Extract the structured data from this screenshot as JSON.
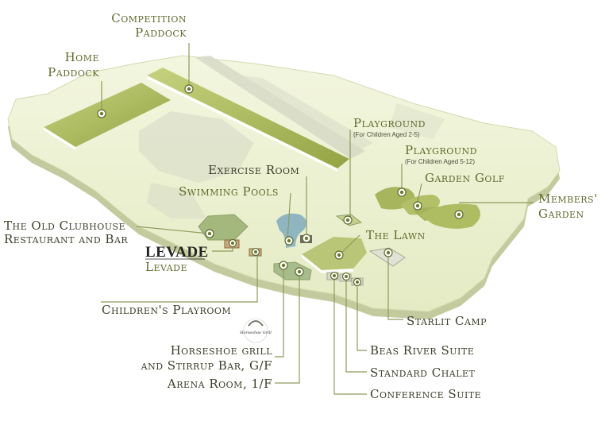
{
  "labels": {
    "competition_paddock_1": "Competition",
    "competition_paddock_2": "Paddock",
    "home_paddock_1": "Home",
    "home_paddock_2": "Paddock",
    "playground_1": "Playground",
    "playground_1_sub": "(For Children Aged 2-5)",
    "playground_2": "Playground",
    "playground_2_sub": "(For Children Aged 5-12)",
    "garden_golf": "Garden Golf",
    "members_garden_1": "Members'",
    "members_garden_2": "Garden",
    "exercise_room": "Exercise Room",
    "swimming_pools": "Swimming Pools",
    "clubhouse_1": "The Old Clubhouse",
    "clubhouse_2": "Restaurant and Bar",
    "levade_logo": "LEVADE",
    "levade": "Levade",
    "the_lawn": "The Lawn",
    "childrens_playroom": "Children's Playroom",
    "starlit_camp": "Starlit Camp",
    "horseshoe_logo": "Horseshoe Grill",
    "horseshoe_1": "Horseshoe grill",
    "horseshoe_2": "and Stirrup Bar, G/F",
    "beas_river": "Beas River Suite",
    "standard_chalet": "Standard Chalet",
    "arena_room": "Arena Room, 1/F",
    "conference_suite": "Conference Suite"
  },
  "colors": {
    "land": "#eef2d4",
    "land_shadow": "#c7cfa6",
    "paddock": "#a9b85a",
    "garden": "#b6c46c",
    "building": "#aebf86",
    "pool": "#8fb6c0",
    "road": "#d9ddc8",
    "label": "#5e6b2c"
  }
}
